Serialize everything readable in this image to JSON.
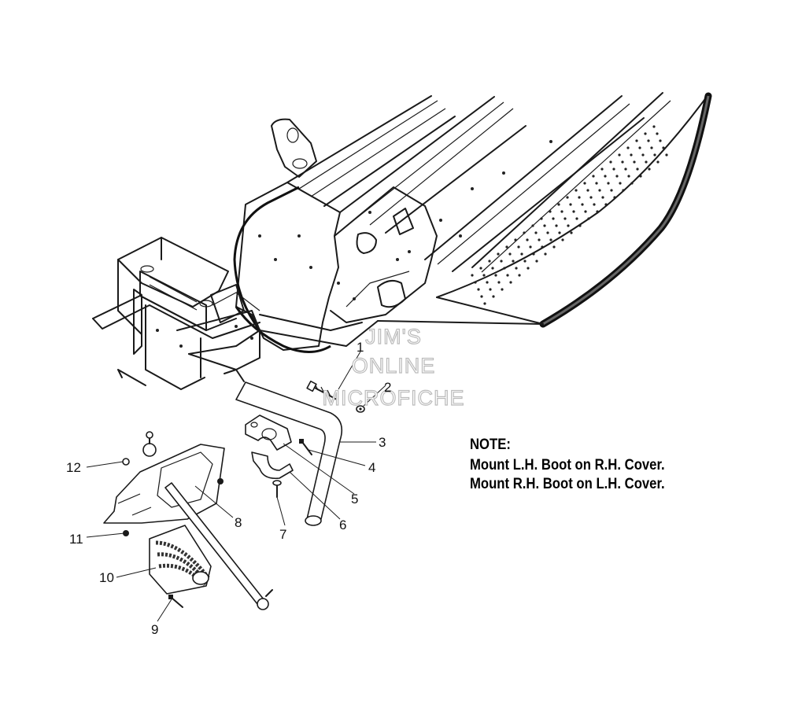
{
  "note": {
    "heading": "NOTE:",
    "lines": [
      "Mount L.H. Boot on R.H. Cover.",
      "Mount R.H. Boot on L.H. Cover."
    ]
  },
  "watermark": [
    "JIM'S",
    "ONLINE",
    "MICROFICHE"
  ],
  "callouts": [
    "1",
    "2",
    "3",
    "4",
    "5",
    "6",
    "7",
    "8",
    "9",
    "10",
    "11",
    "12"
  ]
}
